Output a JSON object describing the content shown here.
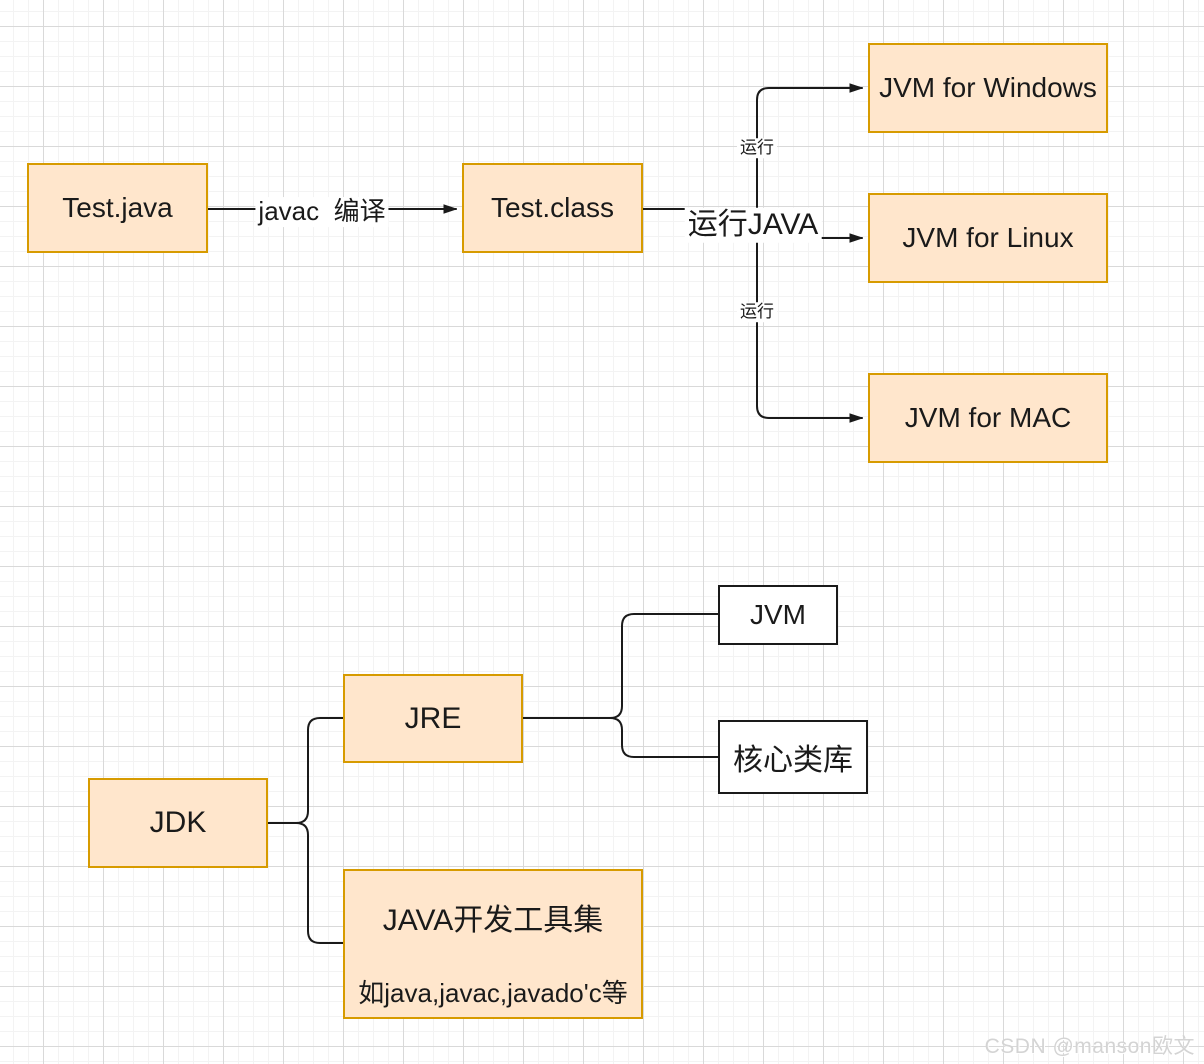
{
  "nodes": {
    "test_java": {
      "label": "Test.java"
    },
    "test_class": {
      "label": "Test.class"
    },
    "jvm_windows": {
      "label": "JVM for Windows"
    },
    "jvm_linux": {
      "label": "JVM for Linux"
    },
    "jvm_mac": {
      "label": "JVM for MAC"
    },
    "jdk": {
      "label": "JDK"
    },
    "jre": {
      "label": "JRE"
    },
    "java_toolset": {
      "title": "JAVA开发工具集",
      "subtitle": "如java,javac,javado'c等"
    },
    "jvm_small": {
      "label": "JVM"
    },
    "core_lib": {
      "label": "核心类库"
    }
  },
  "edge_labels": {
    "compile": "javac  编译",
    "run_java": "运行JAVA",
    "run_top": "运行",
    "run_bottom": "运行"
  },
  "watermark": "CSDN @manson欧文",
  "colors": {
    "node_fill": "#FFE6CC",
    "node_border": "#D79B00",
    "plain_node_border": "#1A1A1A",
    "connector": "#1A1A1A",
    "grid_major": "#D9D9D9",
    "grid_minor": "#F3F3F3"
  }
}
